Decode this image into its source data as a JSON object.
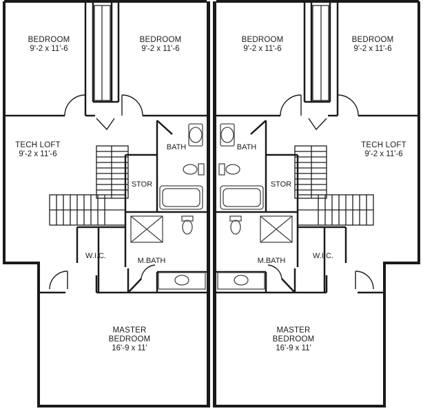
{
  "rooms": {
    "left": {
      "bedroom_1": {
        "name": "BEDROOM",
        "dims": "9'-2 x 11'-6"
      },
      "bedroom_2": {
        "name": "BEDROOM",
        "dims": "9'-2 x 11'-6"
      },
      "tech_loft": {
        "name": "TECH LOFT",
        "dims": "9'-2 x 11'-6"
      },
      "bath": {
        "name": "BATH"
      },
      "stor": {
        "name": "STOR"
      },
      "wic": {
        "name": "W.I.C."
      },
      "master_bath": {
        "name": "M.BATH"
      },
      "master_bedroom": {
        "name_line1": "MASTER",
        "name_line2": "BEDROOM",
        "dims": "16'-9 x 11'"
      }
    },
    "right": {
      "bedroom_1": {
        "name": "BEDROOM",
        "dims": "9'-2 x 11'-6"
      },
      "bedroom_2": {
        "name": "BEDROOM",
        "dims": "9'-2 x 11'-6"
      },
      "tech_loft": {
        "name": "TECH LOFT",
        "dims": "9'-2 x 11'-6"
      },
      "bath": {
        "name": "BATH"
      },
      "stor": {
        "name": "STOR"
      },
      "wic": {
        "name": "W.I.C."
      },
      "master_bath": {
        "name": "M.BATH"
      },
      "master_bedroom": {
        "name_line1": "MASTER",
        "name_line2": "BEDROOM",
        "dims": "16'-9 x 11'"
      }
    }
  },
  "colors": {
    "wall": "#1a1a1a",
    "background": "#ffffff",
    "fixture": "#444444"
  }
}
